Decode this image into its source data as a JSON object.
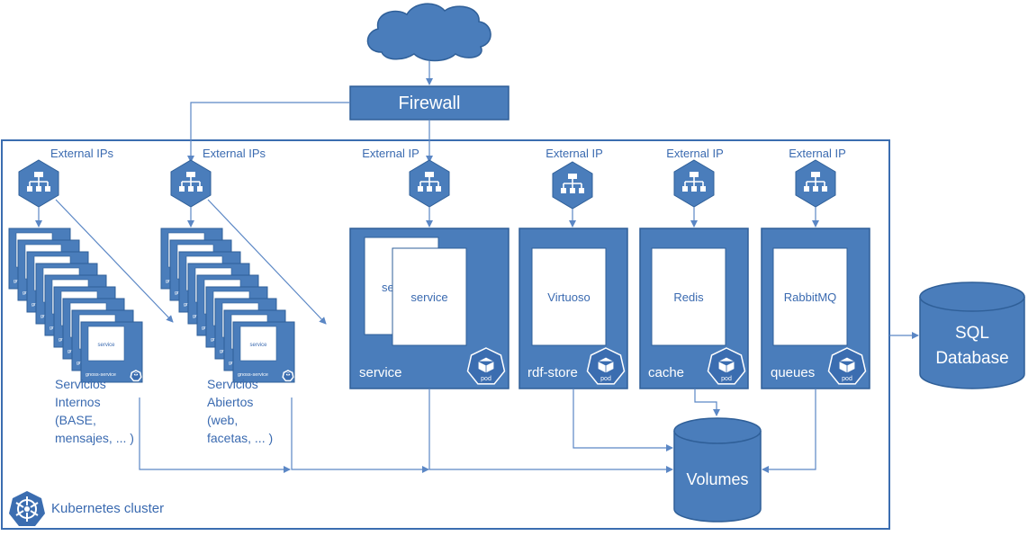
{
  "internet": {
    "icon": "cloud-icon"
  },
  "firewall": {
    "label": "Firewall"
  },
  "cluster": {
    "label": "Kubernetes cluster",
    "icon": "kubernetes-icon"
  },
  "lb_icon": "load-balancer-icon",
  "pod_icon": "pod-icon",
  "pod_label": "pod",
  "stack_service_label": "gnoss-service",
  "stack_inner_label": "service",
  "internal_group": {
    "external_label": "External IPs",
    "caption": [
      "Servicios",
      "Internos",
      "(BASE,",
      "mensajes, ... )"
    ]
  },
  "open_group": {
    "external_label": "External IPs",
    "caption": [
      "Servicios",
      "Abiertos",
      "(web,",
      "facetas, ... )"
    ]
  },
  "pods": [
    {
      "external_label": "External IP",
      "inner": "service",
      "inner_back": "service",
      "name": "service"
    },
    {
      "external_label": "External IP",
      "inner": "Virtuoso",
      "name": "rdf-store"
    },
    {
      "external_label": "External IP",
      "inner": "Redis",
      "name": "cache"
    },
    {
      "external_label": "External IP",
      "inner": "RabbitMQ",
      "name": "queues"
    }
  ],
  "volumes": {
    "label": "Volumes"
  },
  "sql": {
    "label": [
      "SQL",
      "Database"
    ]
  },
  "colors": {
    "primary": "#4a7dbb",
    "dark": "#2f5f98",
    "line": "#5b87c5",
    "cluster_border": "#3b6db0",
    "text": "#3a6ab0"
  }
}
